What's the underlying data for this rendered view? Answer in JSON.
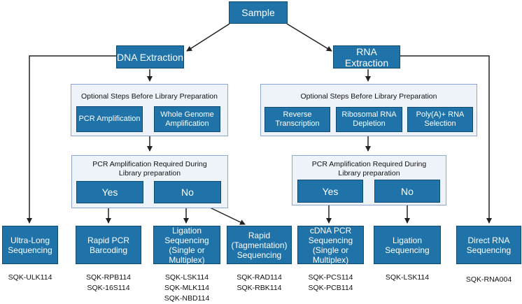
{
  "sample": "Sample",
  "dna": {
    "extraction": "DNA Extraction",
    "optional_title": "Optional Steps Before Library Preparation",
    "optional_steps": [
      "PCR Amplification",
      "Whole Genome Amplification"
    ],
    "pcr_title": "PCR Amplification Required During Library preparation",
    "yes": "Yes",
    "no": "No"
  },
  "rna": {
    "extraction": "RNA Extraction",
    "optional_title": "Optional Steps Before Library Preparation",
    "optional_steps": [
      "Reverse Transcription",
      "Ribosomal RNA Depletion",
      "Poly(A)+ RNA Selection"
    ],
    "pcr_title": "PCR Amplification Required During Library preparation",
    "yes": "Yes",
    "no": "No"
  },
  "methods": [
    {
      "label": "Ultra-Long Sequencing",
      "kits": [
        "SQK-ULK114"
      ]
    },
    {
      "label": "Rapid PCR Barcoding",
      "kits": [
        "SQK-RPB114",
        "SQK-16S114"
      ]
    },
    {
      "label": "Ligation Sequencing (Single or Multiplex)",
      "kits": [
        "SQK-LSK114",
        "SQK-MLK114",
        "SQK-NBD114"
      ]
    },
    {
      "label": "Rapid (Tagmentation) Sequencing",
      "kits": [
        "SQK-RAD114",
        "SQK-RBK114"
      ]
    },
    {
      "label": "cDNA PCR Sequencing (Single or Multiplex)",
      "kits": [
        "SQK-PCS114",
        "SQK-PCB114"
      ]
    },
    {
      "label": "Ligation Sequencing",
      "kits": [
        "SQK-LSK114"
      ]
    },
    {
      "label": "Direct RNA Sequencing",
      "kits": [
        "SQK-RNA004"
      ]
    }
  ],
  "colors": {
    "box": "#1f73a8",
    "panel": "#eef3fa",
    "panel_border": "#8ca6cf",
    "arrow": "#222222"
  }
}
